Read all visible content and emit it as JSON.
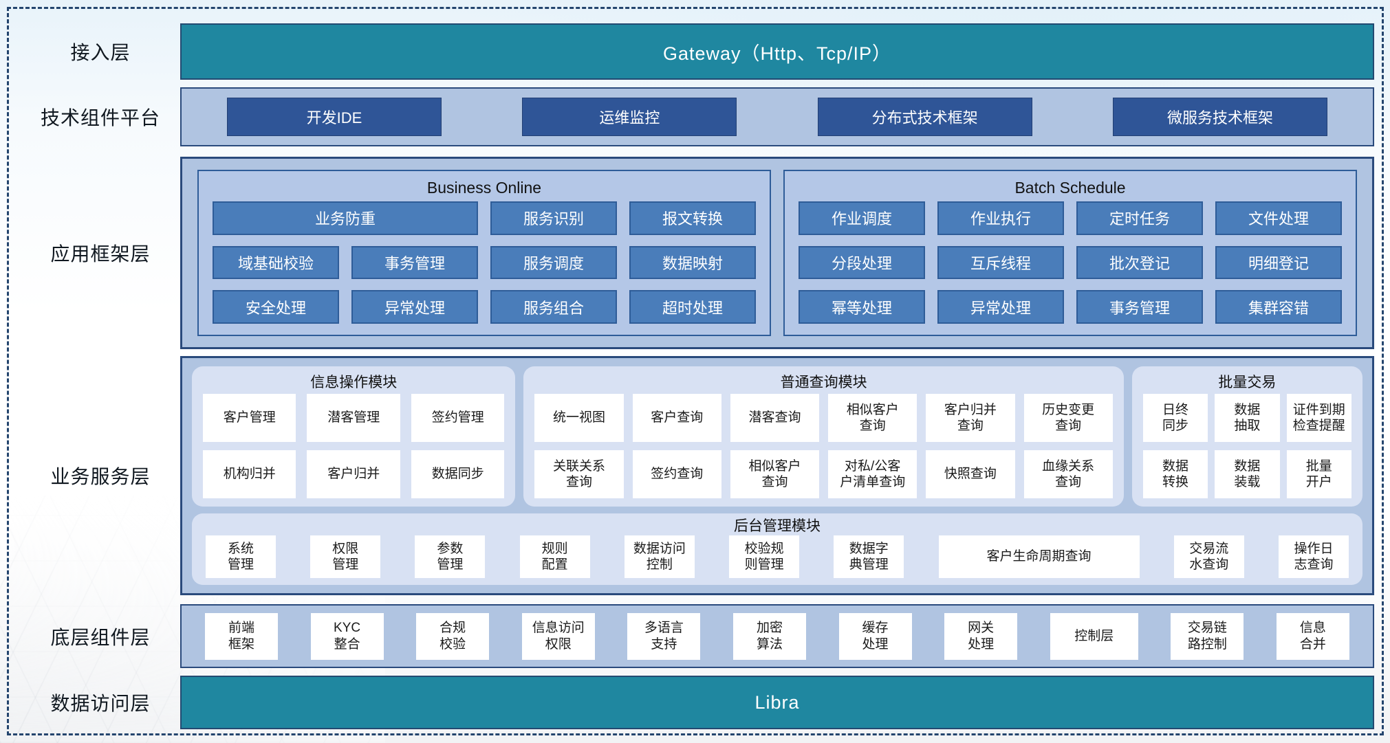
{
  "colors": {
    "teal": "#1f87a0",
    "navy_button": "#2f5597",
    "steel_button": "#4a7dba",
    "container_fill": "#b0c4e1",
    "panel_fill": "#d8e1f3",
    "border_dark": "#2a4a7c"
  },
  "layers": {
    "access": {
      "label": "接入层"
    },
    "tech": {
      "label": "技术组件平台"
    },
    "appfw": {
      "label": "应用框架层"
    },
    "biz": {
      "label": "业务服务层"
    },
    "base": {
      "label": "底层组件层"
    },
    "data": {
      "label": "数据访问层"
    }
  },
  "gateway": {
    "label": "Gateway（Http、Tcp/IP）"
  },
  "tech_platform": {
    "items": [
      "开发IDE",
      "运维监控",
      "分布式技术框架",
      "微服务技术框架"
    ]
  },
  "app_framework": {
    "business_online": {
      "title": "Business Online",
      "wide": "业务防重",
      "row1": [
        "服务识别",
        "报文转换"
      ],
      "row2": [
        "域基础校验",
        "事务管理",
        "服务调度",
        "数据映射"
      ],
      "row3": [
        "安全处理",
        "异常处理",
        "服务组合",
        "超时处理"
      ]
    },
    "batch_schedule": {
      "title": "Batch Schedule",
      "row1": [
        "作业调度",
        "作业执行",
        "定时任务",
        "文件处理"
      ],
      "row2": [
        "分段处理",
        "互斥线程",
        "批次登记",
        "明细登记"
      ],
      "row3": [
        "幂等处理",
        "异常处理",
        "事务管理",
        "集群容错"
      ]
    }
  },
  "biz_services": {
    "info_ops": {
      "title": "信息操作模块",
      "row1": [
        "客户管理",
        "潜客管理",
        "签约管理"
      ],
      "row2": [
        "机构归并",
        "客户归并",
        "数据同步"
      ]
    },
    "common_query": {
      "title": "普通查询模块",
      "row1": [
        "统一视图",
        "客户查询",
        "潜客查询",
        "相似客户\n查询",
        "客户归并\n查询",
        "历史变更\n查询"
      ],
      "row2": [
        "关联关系\n查询",
        "签约查询",
        "相似客户\n查询",
        "对私/公客\n户清单查询",
        "快照查询",
        "血缘关系\n查询"
      ]
    },
    "batch_trade": {
      "title": "批量交易",
      "row1": [
        "日终\n同步",
        "数据\n抽取",
        "证件到期\n检查提醒"
      ],
      "row2": [
        "数据\n转换",
        "数据\n装载",
        "批量\n开户"
      ]
    },
    "admin": {
      "title": "后台管理模块",
      "items": [
        "系统\n管理",
        "权限\n管理",
        "参数\n管理",
        "规则\n配置",
        "数据访问\n控制",
        "校验规\n则管理",
        "数据字\n典管理",
        "客户生命周期查询",
        "交易流\n水查询",
        "操作日\n志查询"
      ]
    }
  },
  "base_components": {
    "items": [
      "前端\n框架",
      "KYC\n整合",
      "合规\n校验",
      "信息访问\n权限",
      "多语言\n支持",
      "加密\n算法",
      "缓存\n处理",
      "网关\n处理",
      "控制层",
      "交易链\n路控制",
      "信息\n合并"
    ]
  },
  "data_access": {
    "label": "Libra"
  }
}
